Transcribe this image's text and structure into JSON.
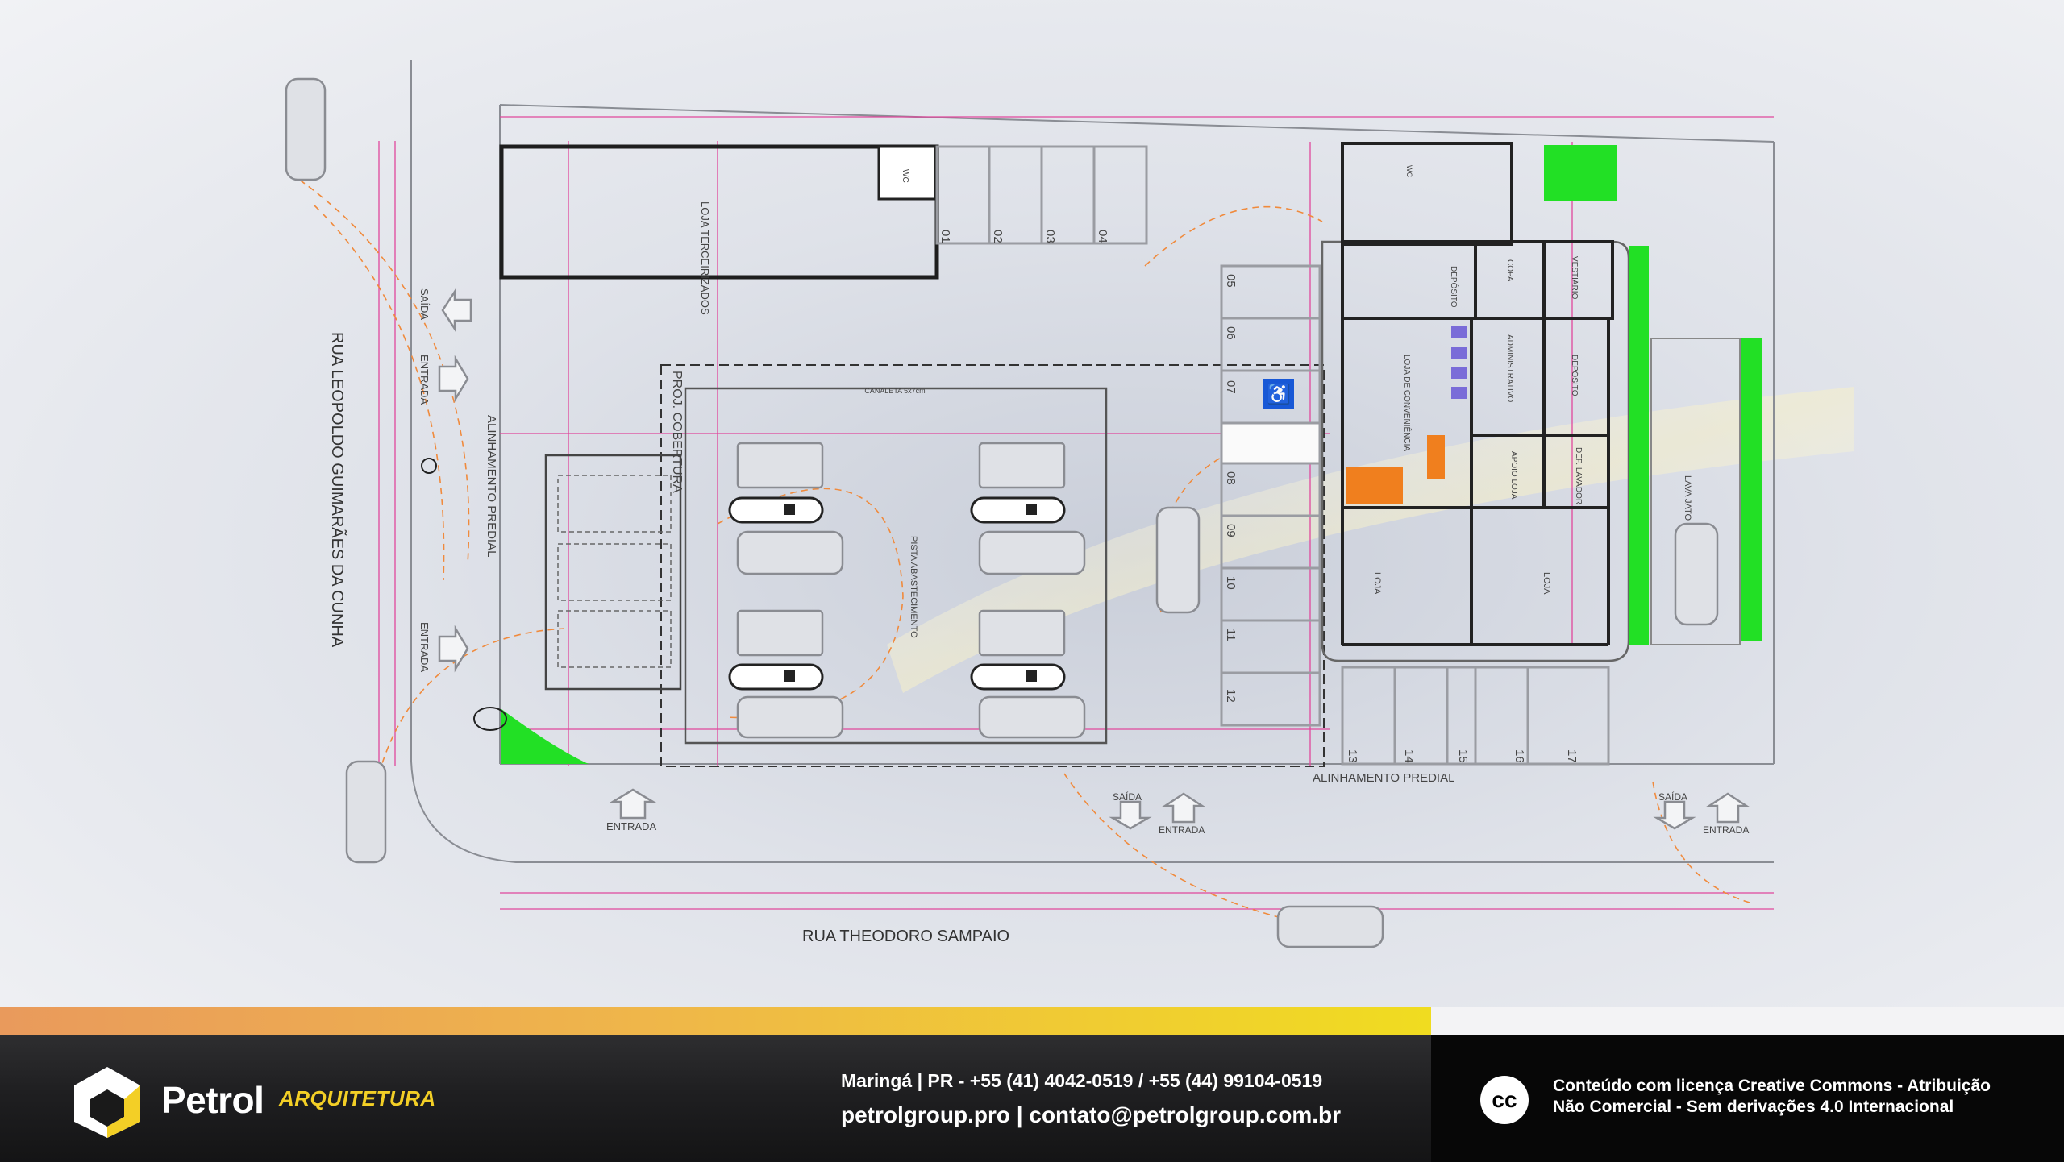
{
  "plan": {
    "streets": {
      "left": "RUA LEOPOLDO GUIMARÃES DA CUNHA",
      "bottom": "RUA THEODORO SAMPAIO"
    },
    "alignment": "ALINHAMENTO PREDIAL",
    "access": {
      "entry": "ENTRADA",
      "exit": "SAÍDA"
    },
    "canopy_projection": "PROJ. COBERTURA",
    "channel": "CANALETA 5x7cm",
    "pump_area": "PISTA ABASTECIMENTO",
    "rooms": {
      "third_party_store": "LOJA TERCEIRIZADOS",
      "convenience_store": "LOJA DE CONVENIÊNCIA",
      "administrative": "ADMINISTRATIVO",
      "deposit": "DEPÓSITO",
      "store": "LOJA",
      "store_support": "APOIO LOJA",
      "car_wash": "LAVA JATO",
      "wc": "WC",
      "locker": "VESTIÁRIO",
      "kitchen": "COPA",
      "deposit_washer": "DEP. LAVADOR"
    },
    "spaces": {
      "top": [
        "01",
        "02",
        "03",
        "04"
      ],
      "column": [
        "05",
        "06",
        "07",
        "08",
        "09",
        "10",
        "11",
        "12"
      ],
      "bottom": [
        "13",
        "14",
        "15",
        "16",
        "17"
      ]
    },
    "colors": {
      "dimension": "#e0479c",
      "curve": "#f08a3c",
      "grass": "#22e025",
      "furniture": "#f07f1e",
      "accessible": "#1858d6"
    }
  },
  "footer": {
    "brand": "Petrol",
    "brand_sub": "ARQUITETURA",
    "contact_line1": "Maringá | PR - +55 (41) 4042-0519 / +55 (44) 99104-0519",
    "contact_line2": "petrolgroup.pro | contato@petrolgroup.com.br",
    "cc_badge": "cc",
    "license_line1": "Conteúdo com licença Creative Commons - Atribuição",
    "license_line2": "Não Comercial - Sem derivações 4.0 Internacional"
  }
}
